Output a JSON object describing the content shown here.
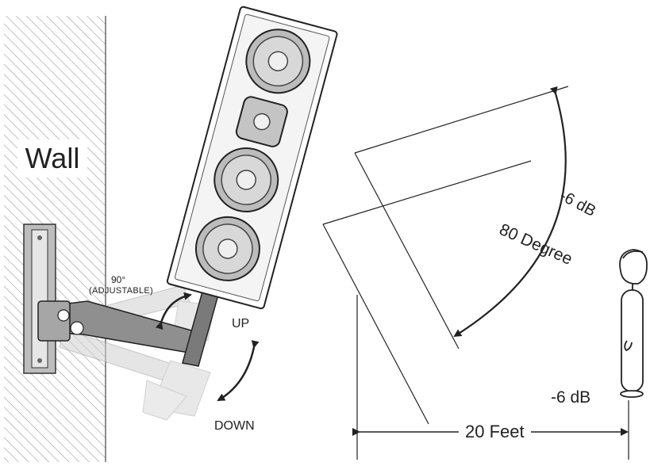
{
  "labels": {
    "wall": "Wall",
    "adjust_degrees": "90°",
    "adjust_note": "(ADJUSTABLE)",
    "up": "UP",
    "down": "DOWN",
    "attenuation_top": "-6 dB",
    "coverage_angle": "80 Degree",
    "attenuation_listener": "-6 dB",
    "distance": "20 Feet"
  },
  "colors": {
    "line": "#222222",
    "hatch": "#9a9a9a",
    "speaker_fill": "#ffffff",
    "bracket_fill": "#8f8f8f",
    "ghost_fill": "#d0d0d0"
  }
}
